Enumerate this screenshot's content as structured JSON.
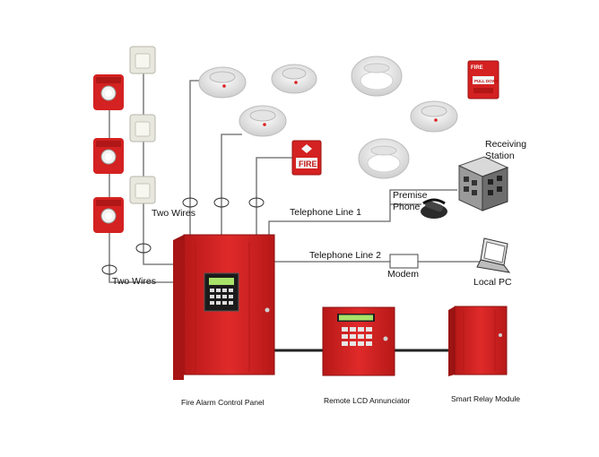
{
  "labels": {
    "two_wires_top": "Two Wires",
    "two_wires_bottom": "Two Wires",
    "telephone_line_1": "Telephone Line 1",
    "telephone_line_2": "Telephone Line 2",
    "premise_phone_l1": "Premise",
    "premise_phone_l2": "Phone",
    "receiving_station_l1": "Receiving",
    "receiving_station_l2": "Station",
    "modem": "Modem",
    "local_pc": "Local PC",
    "fire_alarm_control_panel": "Fire Alarm Control Panel",
    "remote_lcd_annunciator": "Remote LCD Annunciator",
    "smart_relay_module": "Smart Relay Module"
  },
  "device_text": {
    "pull_station_fire": "FIRE",
    "pull_station_top": "FIRE",
    "pull_down": "PULL DOWN"
  },
  "colors": {
    "alarm_red": "#d42121",
    "dark_red": "#a81515",
    "detector_white": "#f1f1f1",
    "horn_strobe_white": "#e9e8de",
    "lcd_green": "#a9e36a",
    "wire_gray": "#666666"
  }
}
